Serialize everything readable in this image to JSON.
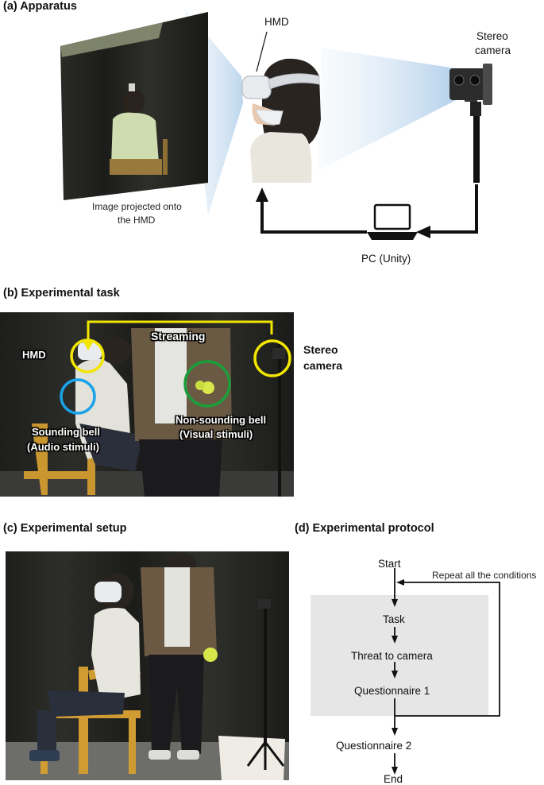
{
  "panel_a": {
    "title": "(a) Apparatus",
    "hmd_label": "HMD",
    "stereo_line1": "Stereo",
    "stereo_line2": "camera",
    "projection_line1": "Image projected onto",
    "projection_line2": "the HMD",
    "pc_label": "PC (Unity)"
  },
  "panel_b": {
    "title": "(b) Experimental task",
    "streaming": "Streaming",
    "hmd": "HMD",
    "stereo_line1": "Stereo",
    "stereo_line2": "camera",
    "sounding_line1": "Sounding bell",
    "sounding_line2": "(Audio stimuli)",
    "nonsounding_line1": "Non-sounding bell",
    "nonsounding_line2": "(Visual stimuli)",
    "colors": {
      "yellow": "#f2e600",
      "blue": "#1aa3e8",
      "green": "#1a9e3a"
    }
  },
  "panel_c": {
    "title": "(c) Experimental setup"
  },
  "panel_d": {
    "title": "(d) Experimental protocol",
    "start": "Start",
    "repeat": "Repeat all the conditions",
    "task": "Task",
    "threat": "Threat to camera",
    "questionnaire1": "Questionnaire 1",
    "questionnaire2": "Questionnaire 2",
    "end": "End",
    "box_color": "#e6e6e6"
  }
}
